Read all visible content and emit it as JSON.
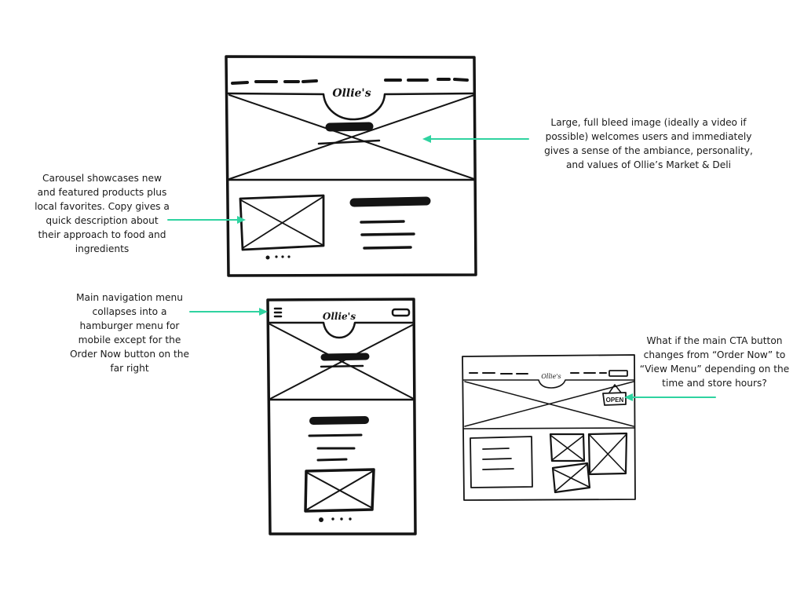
{
  "logo_text": "Ollie's",
  "open_sign_text": "OPEN",
  "colors": {
    "arrow": "#2fd3a0",
    "ink": "#141414",
    "text": "#1a1a1a",
    "background": "#ffffff"
  },
  "annotations": {
    "hero": {
      "lines": [
        "Large, full bleed image (ideally a video if",
        "possible) welcomes users and immediately",
        "gives a sense of the ambiance, personality,",
        "and values of Ollie’s Market & Deli"
      ]
    },
    "carousel": {
      "lines": [
        "Carousel showcases new",
        "and featured products plus",
        "local favorites. Copy gives a",
        "quick description about",
        "their approach to food and",
        "ingredients"
      ]
    },
    "mobile_nav": {
      "lines": [
        "Main navigation menu",
        "collapses into a",
        "hamburger menu for",
        "mobile except for the",
        "Order Now button on the",
        "far right"
      ]
    },
    "cta": {
      "lines": [
        "What if the main CTA button",
        "changes from “Order Now” to",
        "“View Menu” depending on the",
        "time and store hours?"
      ]
    }
  }
}
